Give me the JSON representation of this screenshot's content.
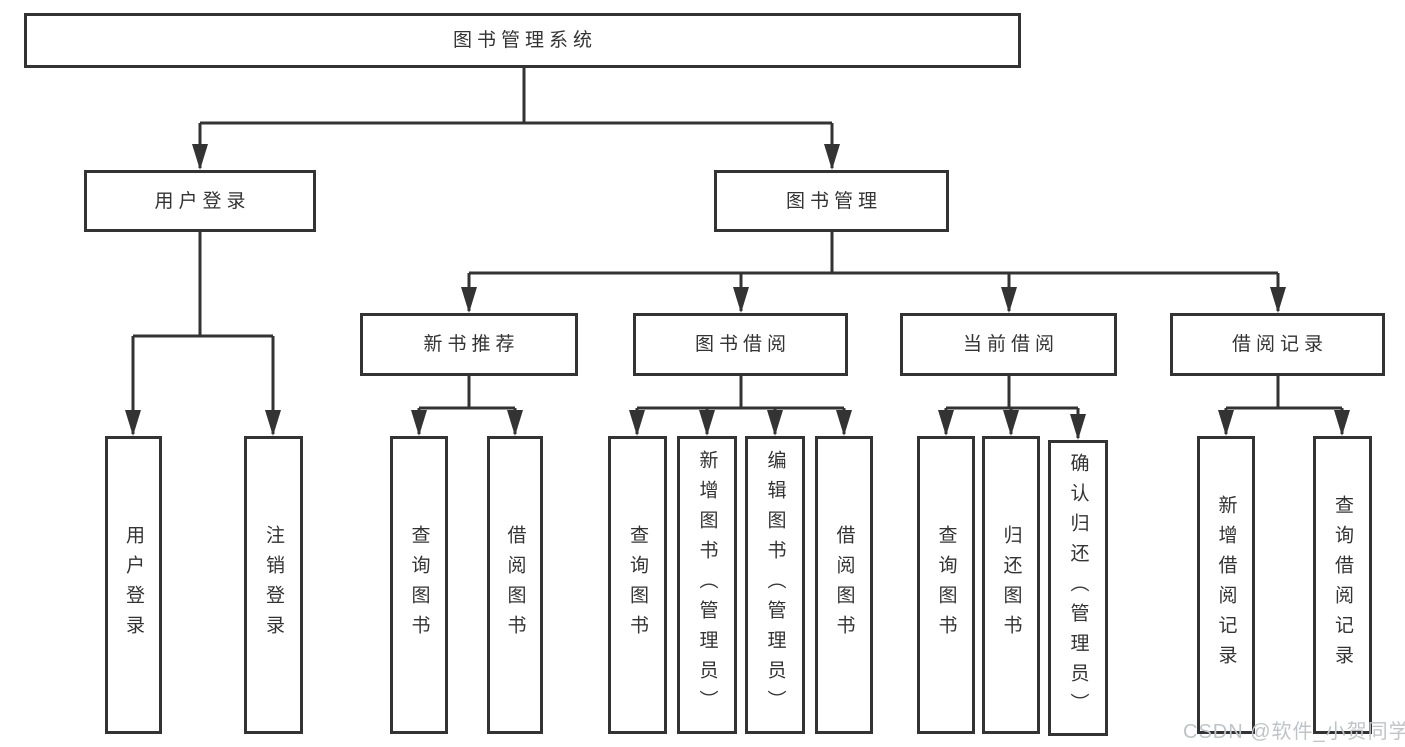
{
  "tree": {
    "root": {
      "label": "图书管理系统"
    },
    "branches": [
      {
        "label": "用户登录",
        "children": [
          {
            "label": "用户登录"
          },
          {
            "label": "注销登录"
          }
        ]
      },
      {
        "label": "图书管理",
        "children": [
          {
            "label": "新书推荐",
            "children": [
              {
                "label": "查询图书"
              },
              {
                "label": "借阅图书"
              }
            ]
          },
          {
            "label": "图书借阅",
            "children": [
              {
                "label": "查询图书"
              },
              {
                "label": "新增图书（管理员）"
              },
              {
                "label": "编辑图书（管理员）"
              },
              {
                "label": "借阅图书"
              }
            ]
          },
          {
            "label": "当前借阅",
            "children": [
              {
                "label": "查询图书"
              },
              {
                "label": "归还图书"
              },
              {
                "label": "确认归还（管理员）"
              }
            ]
          },
          {
            "label": "借阅记录",
            "children": [
              {
                "label": "新增借阅记录"
              },
              {
                "label": "查询借阅记录"
              }
            ]
          }
        ]
      }
    ]
  },
  "watermark": {
    "text": "CSDN @软件_小贺同学",
    "color": "#bfc4c9"
  },
  "style": {
    "line_color": "#333333",
    "box_border_color": "#333333",
    "box_background": "#ffffff"
  }
}
